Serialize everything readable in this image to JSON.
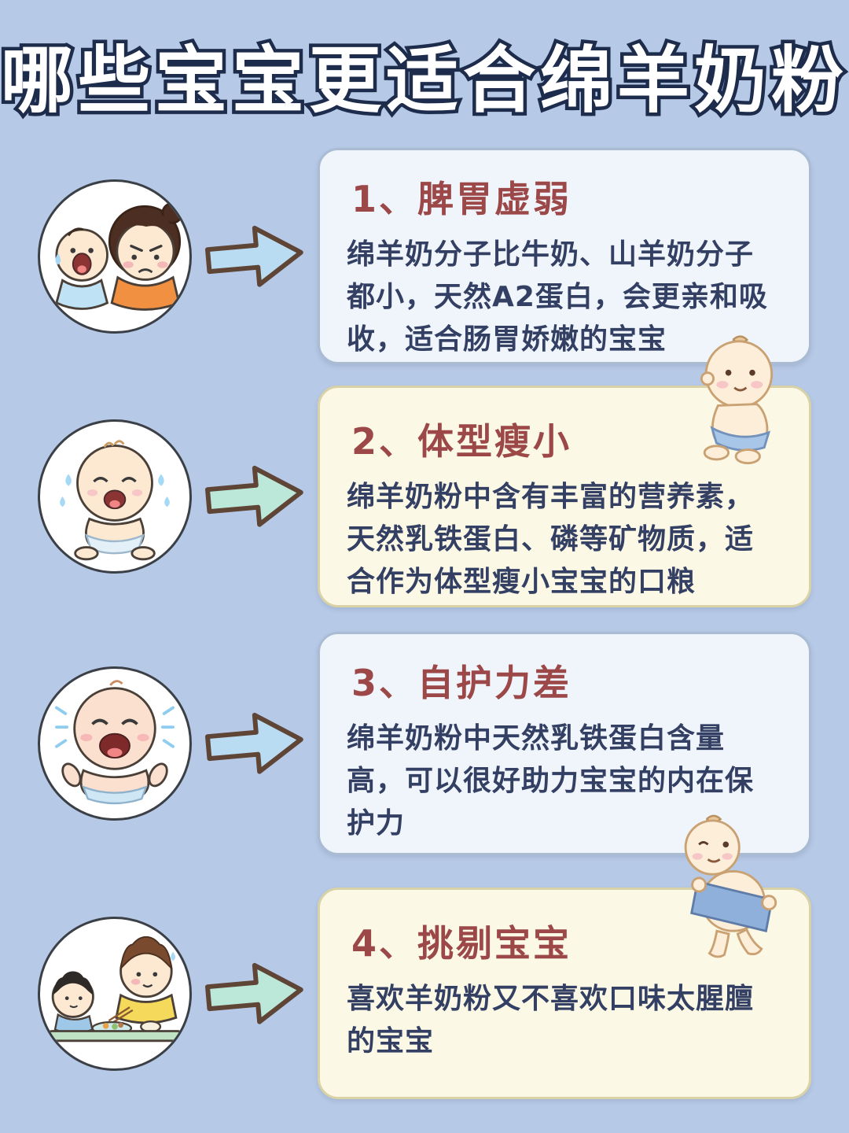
{
  "title": "哪些宝宝更适合绵羊奶粉",
  "colors": {
    "page-bg": "#b6c9e6",
    "title-fill": "#ffffff",
    "title-stroke": "#1e2c4c",
    "heading": "#9c4848",
    "body-text": "#333f63",
    "card-blue-bg": "#eff5fb",
    "card-blue-border": "#a9bcd4",
    "card-yellow-bg": "#fbf8e6",
    "card-yellow-border": "#d9d2a6",
    "arrow-blue": "#badcf2",
    "arrow-green": "#bce8d9",
    "arrow-outline": "#5f4536"
  },
  "sections": [
    {
      "heading": "1、脾胃虚弱",
      "body": "绵羊奶分子比牛奶、山羊奶分子都小，天然A2蛋白，会更亲和吸收，适合肠胃娇嫩的宝宝",
      "illustration": "mom-scolding-crying-baby",
      "style": "blue",
      "arrow": "blue"
    },
    {
      "heading": "2、体型瘦小",
      "body": "绵羊奶粉中含有丰富的营养素，天然乳铁蛋白、磷等矿物质，适合作为体型瘦小宝宝的口粮",
      "illustration": "crying-sitting-baby",
      "style": "yellow",
      "arrow": "green"
    },
    {
      "heading": "3、自护力差",
      "body": "绵羊奶粉中天然乳铁蛋白含量高，可以很好助力宝宝的内在保护力",
      "illustration": "wailing-baby",
      "style": "blue",
      "arrow": "blue"
    },
    {
      "heading": "4、挑剔宝宝",
      "body": "喜欢羊奶粉又不喜欢口味太腥膻的宝宝",
      "illustration": "picky-baby-at-dining-table",
      "style": "yellow",
      "arrow": "green"
    }
  ],
  "decorations": [
    {
      "name": "sitting-baby-with-blue-diaper"
    },
    {
      "name": "standing-baby-holding-blue-towel"
    }
  ]
}
